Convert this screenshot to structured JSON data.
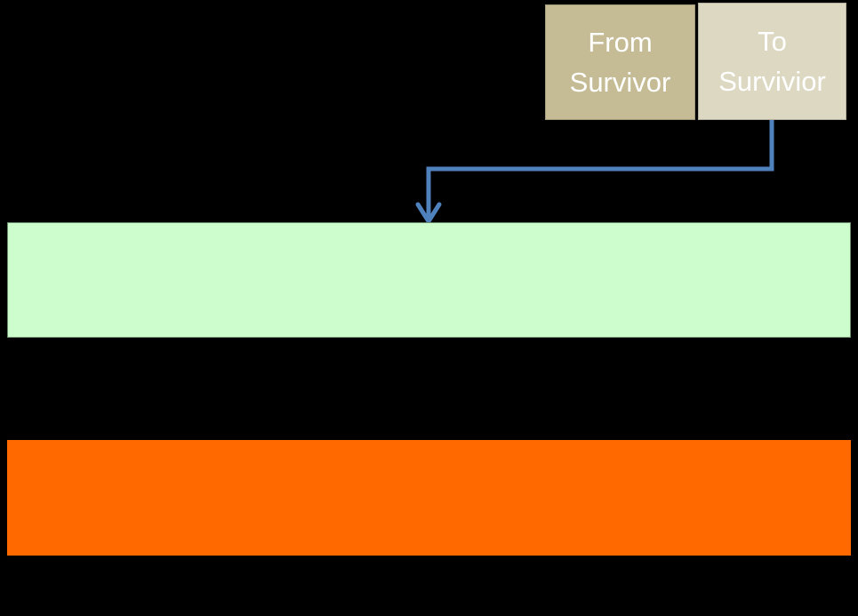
{
  "canvas": {
    "background": "#000000"
  },
  "boxes": {
    "from": {
      "label_line1": "From",
      "label_line2": "Survivor",
      "fill": "#c5bc95",
      "text_color": "#ffffff"
    },
    "to": {
      "label_line1": "To",
      "label_line2": "Survivior",
      "fill": "#ddd8c2",
      "text_color": "#ffffff"
    }
  },
  "arrow": {
    "color": "#4f81bd"
  },
  "bars": {
    "green": {
      "fill": "#cdfccd",
      "border": "#6b8a6b"
    },
    "orange": {
      "fill": "#ff6900"
    }
  }
}
